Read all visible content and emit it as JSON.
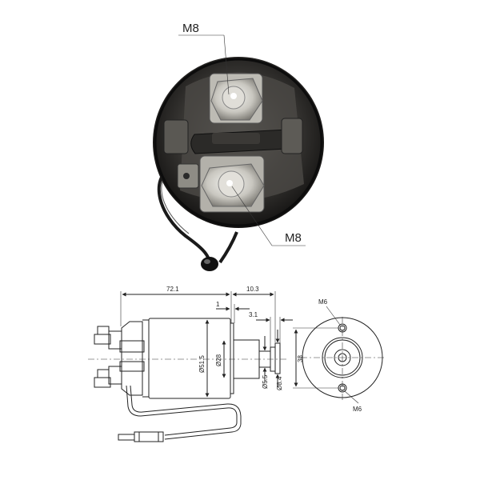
{
  "photo_labels": {
    "top_terminal": "M8",
    "bottom_terminal": "M8"
  },
  "dimensions": {
    "overall_length": "72.1",
    "plunger_extension": "10.3",
    "flange_gap": "1",
    "plunger_tip": "3.1",
    "body_diameter": "Ø51.5",
    "bore_diameter": "Ø28",
    "plunger_diameter": "Ø5.5",
    "plunger_head_diameter": "Ø8.4",
    "mount_hole_spacing": "38"
  },
  "end_view_labels": {
    "top_hole": "M6",
    "bottom_hole": "M6"
  }
}
